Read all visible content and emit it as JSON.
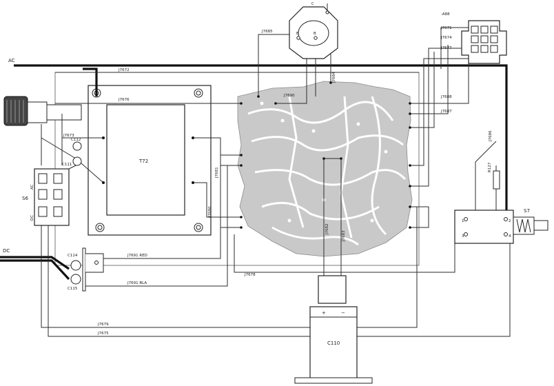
{
  "buses": {
    "ac": "AC",
    "dc": "DC"
  },
  "transformer": {
    "ref": "T72"
  },
  "capacitor_main": {
    "ref": "C110"
  },
  "connector_top": {
    "ref": "-A88"
  },
  "switch": {
    "ref": "S7"
  },
  "resistor": {
    "ref": "R127"
  },
  "jack_block": {
    "ref": "S6",
    "ac_side": "AC",
    "dc_side": "DC"
  },
  "capacitors": {
    "c112": "C112",
    "c111": "C111",
    "c114": "C114",
    "c115": "C115"
  },
  "transistor": {
    "ref": "C",
    "pin_e": "E",
    "pin_b": "B"
  },
  "wires": {
    "j7672": "J7672",
    "j7676": "J7676",
    "j7673": "J7673",
    "j7685": "J7685",
    "j7684": "J7684",
    "j7690": "J7690",
    "j7671": "J7671",
    "j7674": "J7674",
    "j7677": "J7677",
    "j7688": "J7688",
    "j7687": "J7687",
    "j7686": "J7686",
    "j7681": "J7681",
    "j7680": "J7680",
    "j7682": "J7682",
    "j7683": "J7683",
    "j7691red": "J7691 RED",
    "j7691bla": "J7691 BLA",
    "j7678": "J7678",
    "j7679": "J7679",
    "j7675": "J7675"
  },
  "switch_pins": {
    "p1": "1",
    "p2": "2",
    "p3": "3",
    "p4": "4"
  },
  "cap_polarity": {
    "plus": "+",
    "minus": "−"
  }
}
